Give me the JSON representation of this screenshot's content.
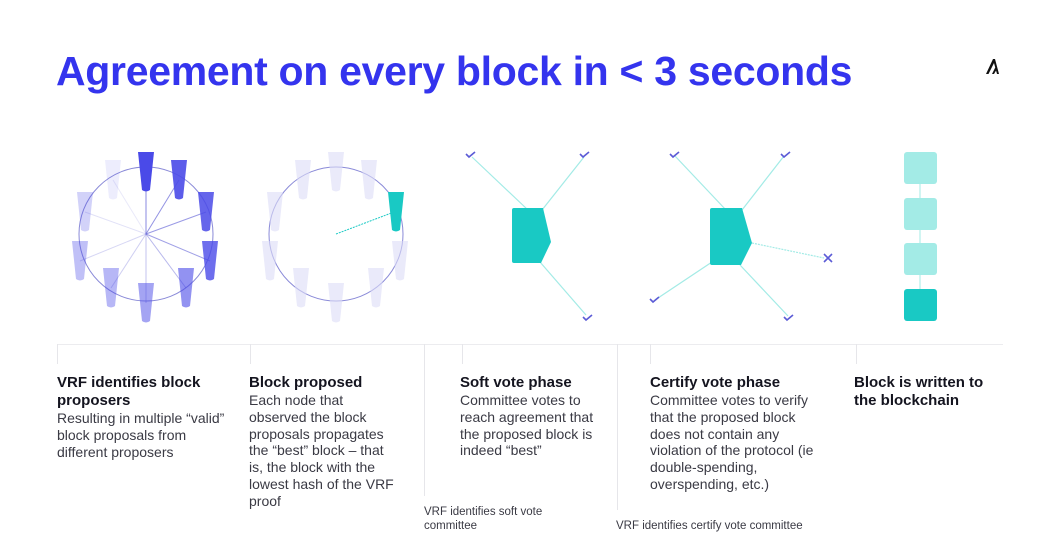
{
  "title": "Agreement on every block in < 3 seconds",
  "logo": {
    "icon": "algorand-logo-icon"
  },
  "colors": {
    "accent": "#3434ee",
    "teal": "#19c9c4",
    "teal_light": "#a3ebe6",
    "purple": "#4a4ae8"
  },
  "steps": [
    {
      "heading": "VRF identifies block proposers",
      "body": "Resulting in multiple “valid” block proposals from different proposers"
    },
    {
      "heading": "Block proposed",
      "body": "Each node that observed the block proposals propagates the “best” block – that is, the block with the lowest hash of the VRF proof"
    },
    {
      "heading": "Soft vote phase",
      "body": "Committee votes to reach agreement that the proposed block is indeed “best”"
    },
    {
      "heading": "Certify vote phase",
      "body": "Committee votes to verify that the proposed block does not contain any violation of the protocol (ie double-spending, overspending, etc.)"
    },
    {
      "heading": "Block is written to the blockchain",
      "body": ""
    }
  ],
  "notes": {
    "soft": "VRF identifies soft vote committee",
    "certify": "VRF identifies certify vote committee"
  }
}
